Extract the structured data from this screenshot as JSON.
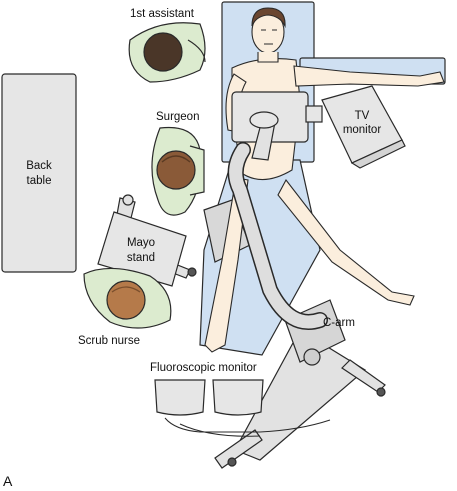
{
  "figure_label": "A",
  "labels": {
    "first_assistant": "1st assistant",
    "surgeon": "Surgeon",
    "back_table_line1": "Back",
    "back_table_line2": "table",
    "tv_monitor_line1": "TV",
    "tv_monitor_line2": "monitor",
    "mayo_stand_line1": "Mayo",
    "mayo_stand_line2": "stand",
    "scrub_nurse": "Scrub nurse",
    "c_arm": "C-arm",
    "fluoroscopic_monitor": "Fluoroscopic monitor"
  },
  "colors": {
    "table_blue": "#cfe0f2",
    "skin": "#fbeedd",
    "gown_green": "#dcebcf",
    "hair_dark": "#4a3628",
    "hair_mid": "#8a5a38",
    "hair_light": "#b57a4a",
    "equipment_grey": "#e2e2e2",
    "outline": "#2a2a2a"
  },
  "icons": {
    "patient": "patient-figure-icon",
    "staff_head": "head-topview-icon"
  }
}
